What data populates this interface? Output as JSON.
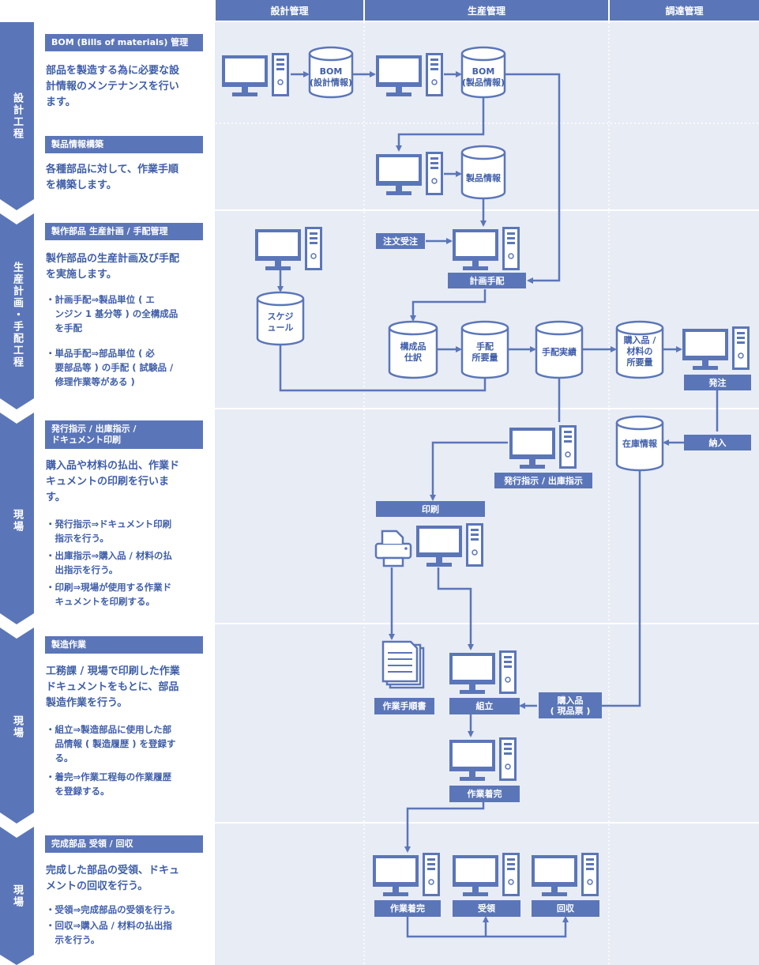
{
  "columns": {
    "design": "設計管理",
    "production": "生産管理",
    "procurement": "調達管理"
  },
  "stages": {
    "s1": "設計工程",
    "s2": "生産計画・手配工程",
    "s3": "現場",
    "s4": "現場",
    "s5": "現場"
  },
  "sections": {
    "bom": {
      "title": "BOM (Bills of materials) 管理",
      "body": "部品を製造する為に必要な設\n計情報のメンテナンスを行い\nます。"
    },
    "prodinfo": {
      "title": "製品情報構築",
      "body": "各種部品に対して、作業手順\nを構築します。"
    },
    "plan": {
      "title": "製作部品 生産計画 / 手配管理",
      "body": "製作部品の生産計画及び手配\nを実施します。",
      "b1": "・計画手配⇒製品単位 ( エ\n　ンジン 1 基分等 ) の全構成品\n　を手配",
      "b2": "・単品手配⇒部品単位 ( 必\n　要部品等 ) の手配 ( 試験品 /\n　修理作業等がある )"
    },
    "issue": {
      "title": "発行指示 / 出庫指示 /\nドキュメント印刷",
      "body": "購入品や材料の払出、作業ド\nキュメントの印刷を行いま\nす。",
      "b1": "・発行指示⇒ドキュメント印刷\n　指示を行う。",
      "b2": "・出庫指示⇒購入品 / 材料の払\n　出指示を行う。",
      "b3": "・印刷⇒現場が使用する作業ド\n　キュメントを印刷する。"
    },
    "mfg": {
      "title": "製造作業",
      "body": "工務課 / 現場で印刷した作業\nドキュメントをもとに、部品\n製造作業を行う。",
      "b1": "・組立⇒製造部品に使用した部\n　品情報 ( 製造履歴 ) を登録す\n　る。",
      "b2": "・着完⇒作業工程毎の作業履歴\n　を登録する。"
    },
    "receive": {
      "title": "完成部品 受領 / 回収",
      "body": "完成した部品の受領、ドキュ\nメントの回収を行う。",
      "b1": "・受領⇒完成部品の受領を行う。",
      "b2": "・回収⇒購入品 / 材料の払出指\n　示を行う。"
    }
  },
  "nodes": {
    "bom_design": "BOM\n(設計情報)",
    "bom_prod": "BOM\n(製品情報)",
    "prod_info": "製品情報",
    "schedule": "スケジ\nュール",
    "struct": "構成品\n仕訳",
    "req": "手配\n所要量",
    "actual": "手配実績",
    "purchase_req": "購入品 /\n材料の\n所要量",
    "stock": "在庫情報"
  },
  "labels": {
    "order_in": "注文受注",
    "plan_order": "計画手配",
    "order_out": "発注",
    "delivery": "納入",
    "issue": "発行指示 / 出庫指示",
    "print": "印刷",
    "workdoc": "作業手順書",
    "assembly": "組立",
    "purchased": "購入品\n( 現品票 )",
    "complete1": "作業着完",
    "complete2": "作業着完",
    "receipt": "受領",
    "collect": "回収"
  },
  "colors": {
    "accent": "#5b76b8",
    "band": "#e8ecf5",
    "text": "#3f5ea8"
  }
}
